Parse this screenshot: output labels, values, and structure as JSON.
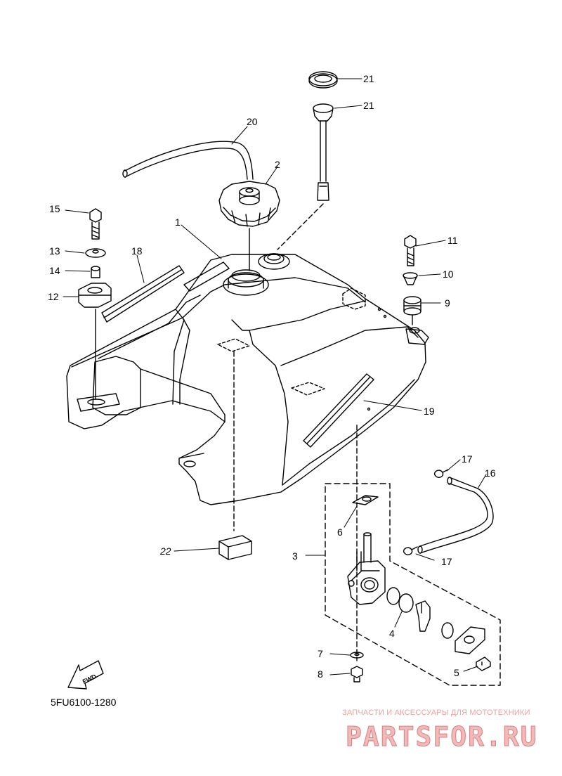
{
  "diagram": {
    "code": "5FU6100-1280",
    "fwd_label": "FWD",
    "callouts": [
      {
        "id": "c1",
        "text": "1"
      },
      {
        "id": "c2",
        "text": "2"
      },
      {
        "id": "c3",
        "text": "3"
      },
      {
        "id": "c4",
        "text": "4"
      },
      {
        "id": "c5",
        "text": "5"
      },
      {
        "id": "c6",
        "text": "6"
      },
      {
        "id": "c7",
        "text": "7"
      },
      {
        "id": "c8",
        "text": "8"
      },
      {
        "id": "c9",
        "text": "9"
      },
      {
        "id": "c10",
        "text": "10"
      },
      {
        "id": "c11",
        "text": "11"
      },
      {
        "id": "c12",
        "text": "12"
      },
      {
        "id": "c13",
        "text": "13"
      },
      {
        "id": "c14",
        "text": "14"
      },
      {
        "id": "c15",
        "text": "15"
      },
      {
        "id": "c16",
        "text": "16"
      },
      {
        "id": "c17a",
        "text": "17"
      },
      {
        "id": "c17b",
        "text": "17"
      },
      {
        "id": "c18",
        "text": "18"
      },
      {
        "id": "c19",
        "text": "19"
      },
      {
        "id": "c20",
        "text": "20"
      },
      {
        "id": "c21a",
        "text": "21"
      },
      {
        "id": "c21b",
        "text": "21"
      },
      {
        "id": "c22",
        "text": "22"
      }
    ]
  },
  "watermark": {
    "tagline": "ЗАПЧАСТИ И АКСЕССУАРЫ ДЛЯ МОТОТЕХНИКИ",
    "brand": "PARTSFOR.RU",
    "color": "#e89a9a"
  }
}
